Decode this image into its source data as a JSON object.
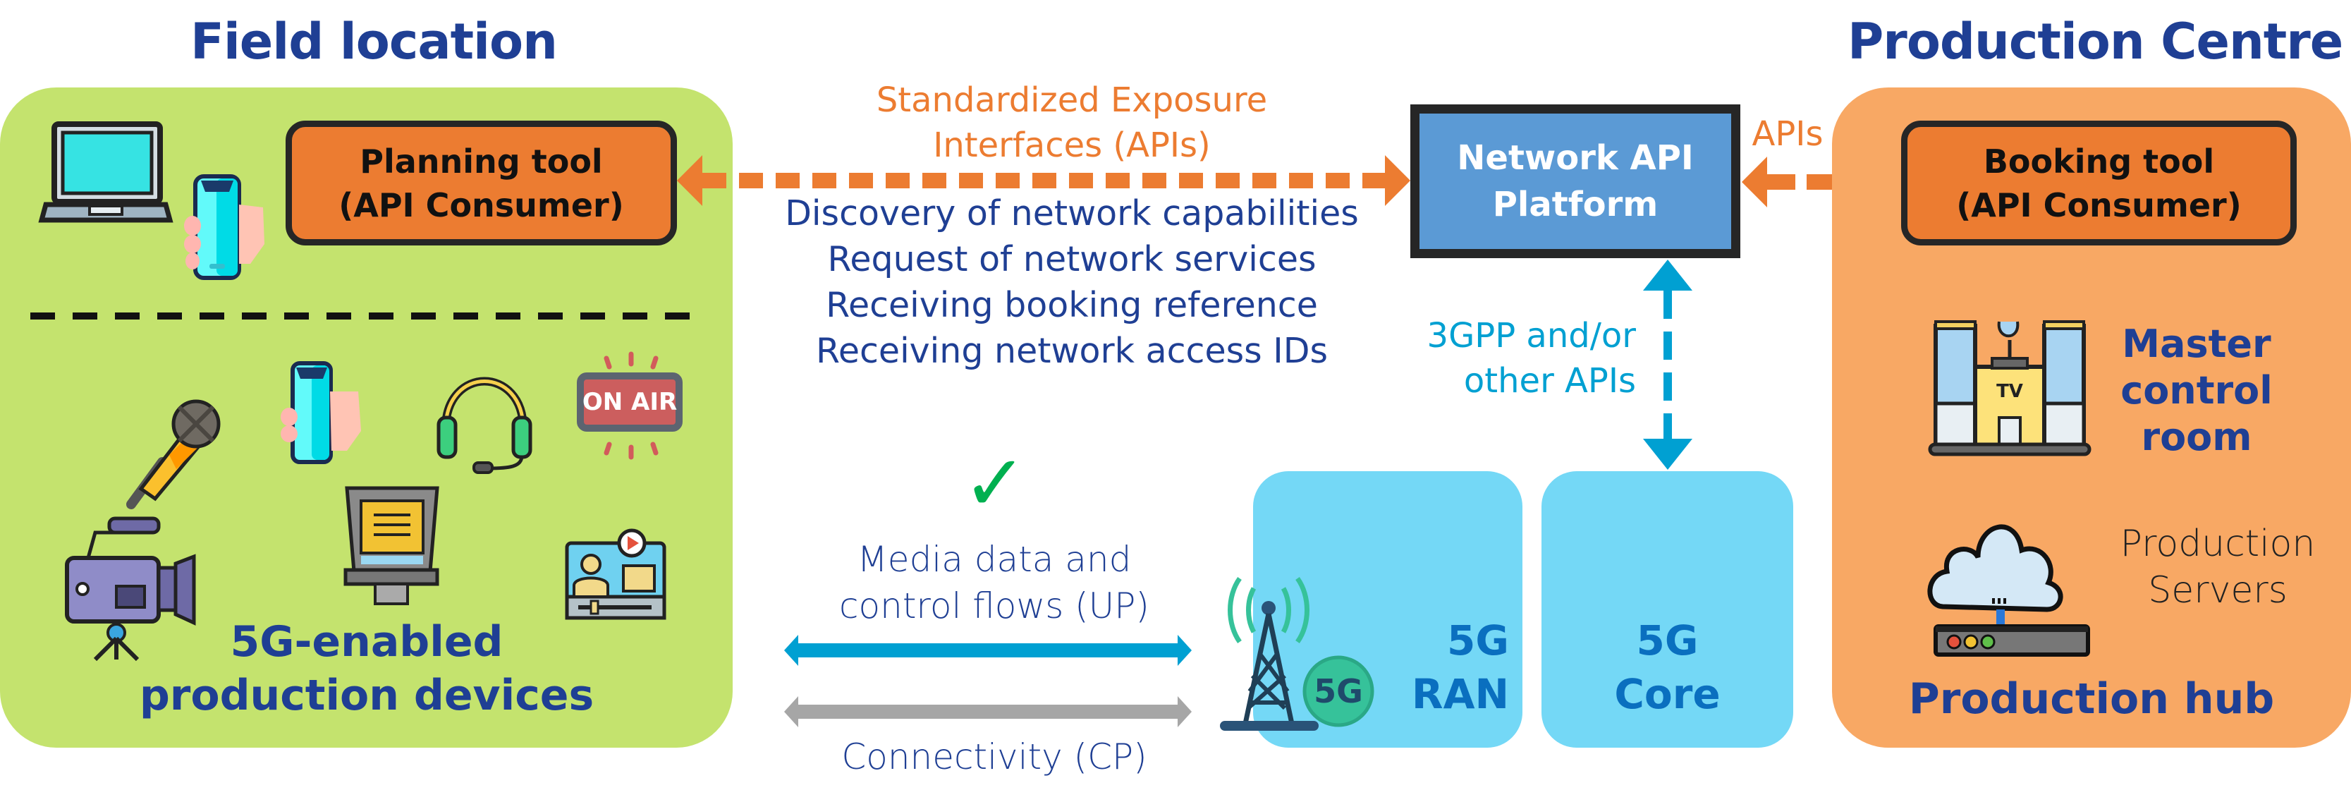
{
  "headings": {
    "field": "Field location",
    "production": "Production Centre"
  },
  "field_panel": {
    "planning_tool": {
      "line1": "Planning tool",
      "line2": "(API Consumer)"
    },
    "devices_label": {
      "line1": "5G-enabled",
      "line2": "production devices"
    },
    "icons": [
      "laptop-icon",
      "phone-in-hand-icon",
      "microphone-icon",
      "phone-in-hand-icon",
      "headset-icon",
      "on-air-sign-icon",
      "video-camera-icon",
      "teleprompter-icon",
      "video-presenter-icon"
    ],
    "on_air_text": "ON AIR"
  },
  "exposure": {
    "title_line1": "Standardized Exposure",
    "title_line2": "Interfaces (APIs)",
    "functions": [
      "Discovery of network capabilities",
      "Request of network services",
      "Receiving booking reference",
      "Receiving network access IDs"
    ]
  },
  "network_api": {
    "line1": "Network API",
    "line2": "Platform"
  },
  "apis_label": "APIs",
  "southbound": {
    "line1": "3GPP and/or",
    "line2": "other APIs"
  },
  "flows": {
    "up_line1": "Media data and",
    "up_line2": "control flows (UP)",
    "cp": "Connectivity (CP)",
    "check": "✓"
  },
  "ran": {
    "line1": "5G",
    "line2": "RAN",
    "badge": "5G"
  },
  "core": {
    "line1": "5G",
    "line2": "Core"
  },
  "production_panel": {
    "booking_tool": {
      "line1": "Booking tool",
      "line2": "(API Consumer)"
    },
    "mcr": {
      "line1": "Master",
      "line2": "control",
      "line3": "room",
      "tv": "TV"
    },
    "servers": {
      "line1": "Production",
      "line2": "Servers"
    },
    "hub": "Production hub"
  },
  "colors": {
    "field_bg": "#c4e36e",
    "production_bg": "#f8a864",
    "consumer_box": "#ec7c31",
    "network_api_box": "#5b9ad5",
    "cell_bg": "#74d8f6",
    "heading": "#1f3f94",
    "api_arrow": "#ec7c31",
    "sb_arrow": "#00a0d2",
    "up_arrow": "#00a0d2",
    "cp_arrow": "#a6a6a6",
    "check": "#00b050"
  }
}
